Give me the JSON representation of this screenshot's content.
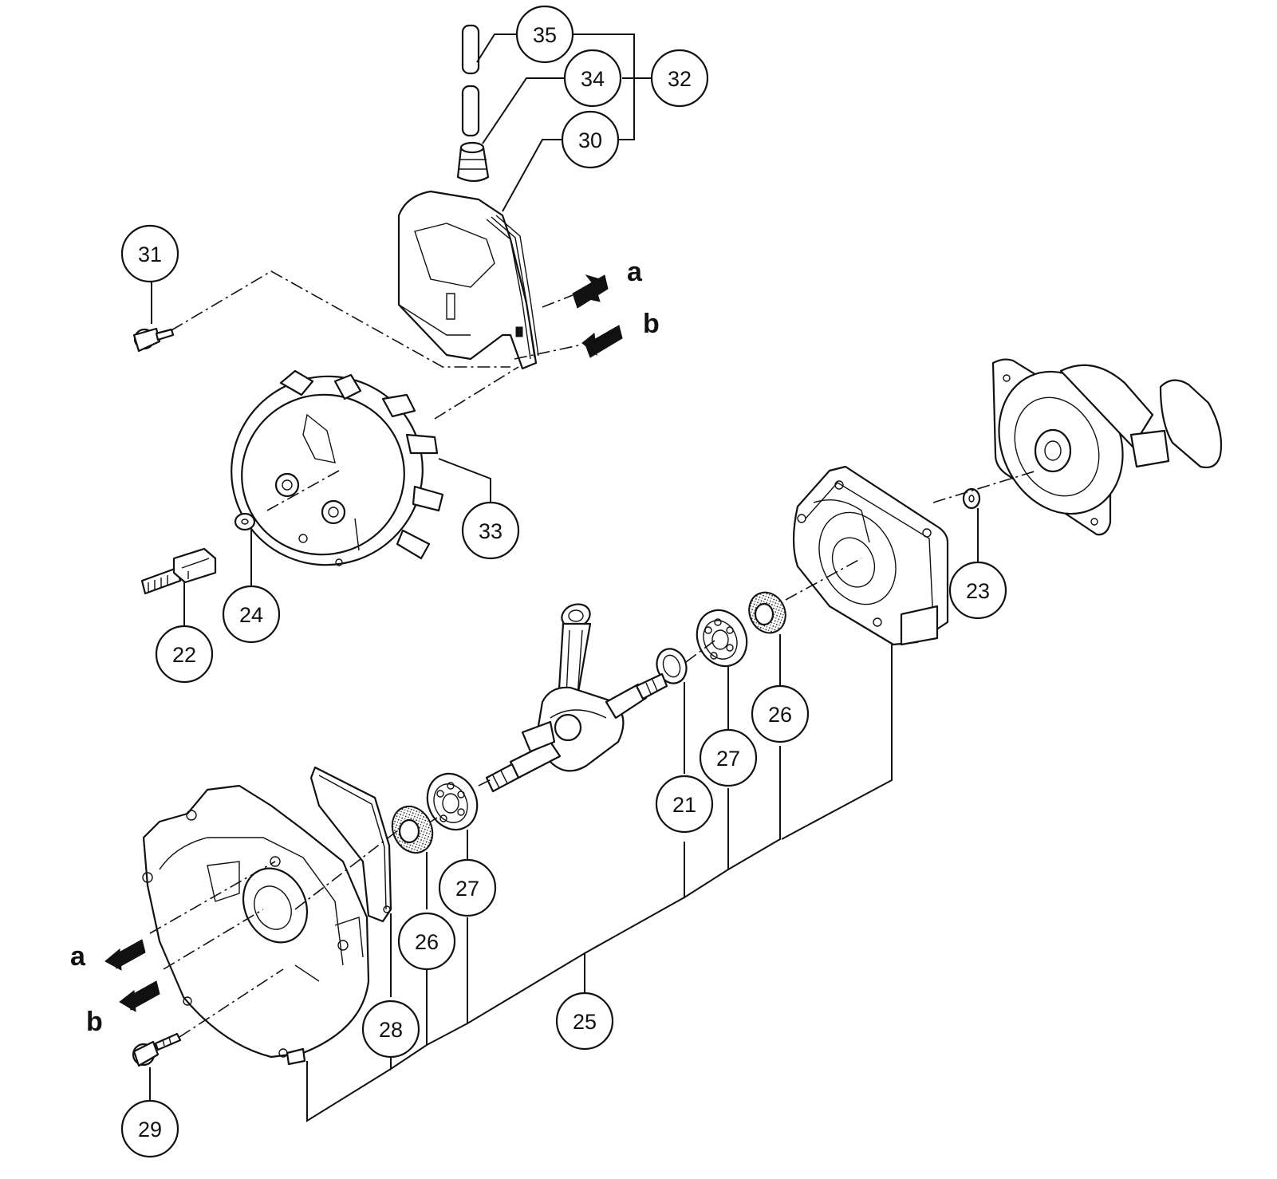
{
  "callouts": {
    "c35": "35",
    "c34": "34",
    "c32": "32",
    "c30": "30",
    "c31": "31",
    "c33": "33",
    "c24": "24",
    "c22": "22",
    "c23": "23",
    "c26a": "26",
    "c27a": "27",
    "c21": "21",
    "c27b": "27",
    "c26b": "26",
    "c28": "28",
    "c25": "25",
    "c29": "29"
  },
  "letters": {
    "a_top": "a",
    "b_top": "b",
    "a_bottom": "a",
    "b_bottom": "b"
  }
}
